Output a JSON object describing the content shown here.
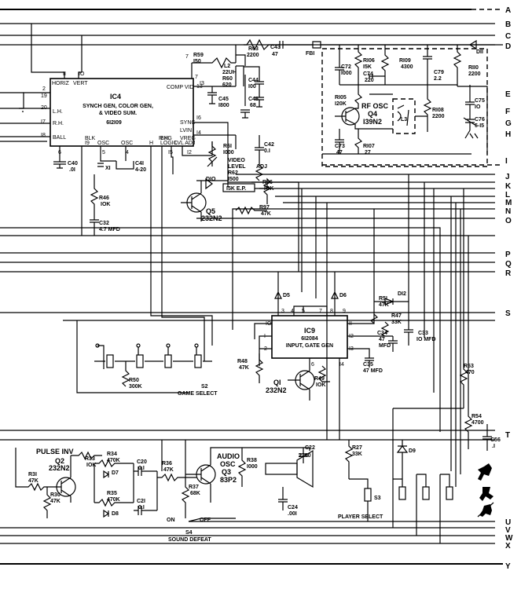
{
  "rails": {
    "A": "A",
    "B": "B",
    "C": "C",
    "D": "D",
    "E": "E",
    "F": "F",
    "G": "G",
    "H": "H",
    "I": "I",
    "J": "J",
    "K": "K",
    "L": "L",
    "M": "M",
    "N": "N",
    "O": "O",
    "P": "P",
    "Q": "Q",
    "R": "R",
    "S": "S",
    "T": "T",
    "U": "U",
    "V": "V",
    "W": "W",
    "X": "X",
    "Y": "Y"
  },
  "ic4": {
    "name": "IC4",
    "line1": "SYNCH GEN, COLOR GEN,",
    "line2": "& VIDEO SUM.",
    "part": "6I2I09",
    "pins_top": [
      "HORIZ",
      "II",
      "VERT",
      "IO"
    ],
    "pins_left": [
      "2",
      "20",
      "I7",
      "I8",
      "L.H.",
      "R.H.",
      "BALL",
      "19"
    ],
    "pins_bottom": [
      "6",
      "BLK",
      "I9",
      "5",
      "OSC",
      "4",
      "OSC",
      "H",
      "R.H.",
      "I5",
      "BKG",
      "LOGIC",
      "I2",
      "LVL ADJ"
    ],
    "pins_right": [
      "7",
      "COMP VID",
      "13",
      "I6",
      "SYNC",
      "I4",
      "LVIN",
      "VREG"
    ]
  },
  "ic9": {
    "name": "IC9",
    "part": "6I2084",
    "desc": "INPUT, GATE GEN",
    "pins": [
      "3",
      "4",
      "5",
      "6",
      "7",
      "8",
      "9",
      "II",
      "I2",
      "I3",
      "I4",
      "2",
      "I",
      "IO"
    ]
  },
  "parts": {
    "r59": "R59",
    "r59v": "I50",
    "l2": "L2",
    "l2v": "22UH",
    "r60": "R60",
    "r60v": "620",
    "r63": "R63",
    "r63v": "2200",
    "c43": "C43",
    "c43v": "47",
    "c44": "C44",
    "c44v": "I00",
    "c45": "C45",
    "c45v": "I800",
    "c46": "C46",
    "c46v": "68",
    "fb1": "FBI",
    "c72": "C72",
    "c72v": "I000",
    "r106": "RI06",
    "r106v": "I5K",
    "c74": "C74",
    "c74v": "220",
    "r109": "RI09",
    "r109v": "4300",
    "c79": "C79",
    "c79v": "2.2",
    "d11": "DII",
    "r110": "RII0",
    "r110v": "2200",
    "r105": "RI05",
    "r105v": "I20K",
    "rfosc": "RF OSC",
    "q4": "Q4",
    "q4v": "I39N2",
    "l3": "L3",
    "r108": "RI08",
    "r108v": "2200",
    "c75": "C75",
    "c75v": "IO",
    "c76": "C76",
    "c76v": "5-I5",
    "c73": "C73",
    "c73v": "47",
    "r107": "RI07",
    "r107v": "27",
    "c40": "C40",
    "c40v": ".0I",
    "x1": "XI",
    "c41": "C4I",
    "c41v": "4-20",
    "r61": "R6I",
    "r61v": "I000",
    "vlevel": "VIDEO",
    "vlevel2": "LEVEL",
    "adj": "ADJ",
    "r62": "R62",
    "r62v": "I500",
    "d10": "DIO",
    "d10v": "I5K E.P.",
    "c42": "C42",
    "c42v": "0.I",
    "r96": "R96",
    "r96v": "IOK",
    "r97": "R97",
    "r97v": "47K",
    "q5": "Q5",
    "q5v": "232N2",
    "r46": "R46",
    "r46v": "IOK",
    "c32": "C32",
    "c32v": "4.7 MFD",
    "d5": "D5",
    "d6": "D6",
    "r51": "R5I",
    "r51v": "47K",
    "d12": "DI2",
    "r47": "R47",
    "r47v": "33K",
    "c34": "C34",
    "c34v": "47",
    "c34u": "MFD",
    "c33": "C33",
    "c33v": "IO MFD",
    "r48": "R48",
    "r48v": "47K",
    "q1": "QI",
    "q1v": "232N2",
    "r49": "R49",
    "r49v": "IOK",
    "c35": "C35",
    "c35v": "47 MFD",
    "r50": "R50",
    "r50v": "300K",
    "s2": "S2",
    "s2d": "GAME SELECT",
    "r53": "R53",
    "r53v": "470",
    "r54": "R54",
    "r54v": "4700",
    "c56": "C56",
    "c56v": ".I",
    "pulseinv": "PULSE INV",
    "q2": "Q2",
    "q2v": "232N2",
    "r31": "R3I",
    "r31v": "47K",
    "r30": "R30",
    "r30v": "47K",
    "r33": "R33",
    "r33v": "IOK",
    "r34": "R34",
    "r34v": "470K",
    "d7": "D7",
    "r35": "R35",
    "r35v": "470K",
    "d8": "D8",
    "c20": "C20",
    "c20v": "0.I",
    "c21": "C2I",
    "c21v": "0.I",
    "r36": "R36",
    "r36v": "47K",
    "r37": "R37",
    "r37v": "68K",
    "audioosc": "AUDIO",
    "audioosc2": "OSC",
    "q3": "Q3",
    "q3v": "83P2",
    "r38": "R38",
    "r38v": "I000",
    "c22": "C22",
    "c22v": "2200",
    "c24": "C24",
    "c24v": ".00I",
    "s4on": "ON",
    "s4off": "OFF",
    "s4": "S4",
    "s4d": "SOUND DEFEAT",
    "r27": "R27",
    "r27v": "33K",
    "s3": "S3",
    "s3d": "PLAYER SELECT",
    "d9": "D9"
  },
  "pin_misc": {
    "p7": "7",
    "p13": "I3",
    "p3": "3",
    "p1": "1",
    "p9": "9",
    "p8": "8"
  }
}
